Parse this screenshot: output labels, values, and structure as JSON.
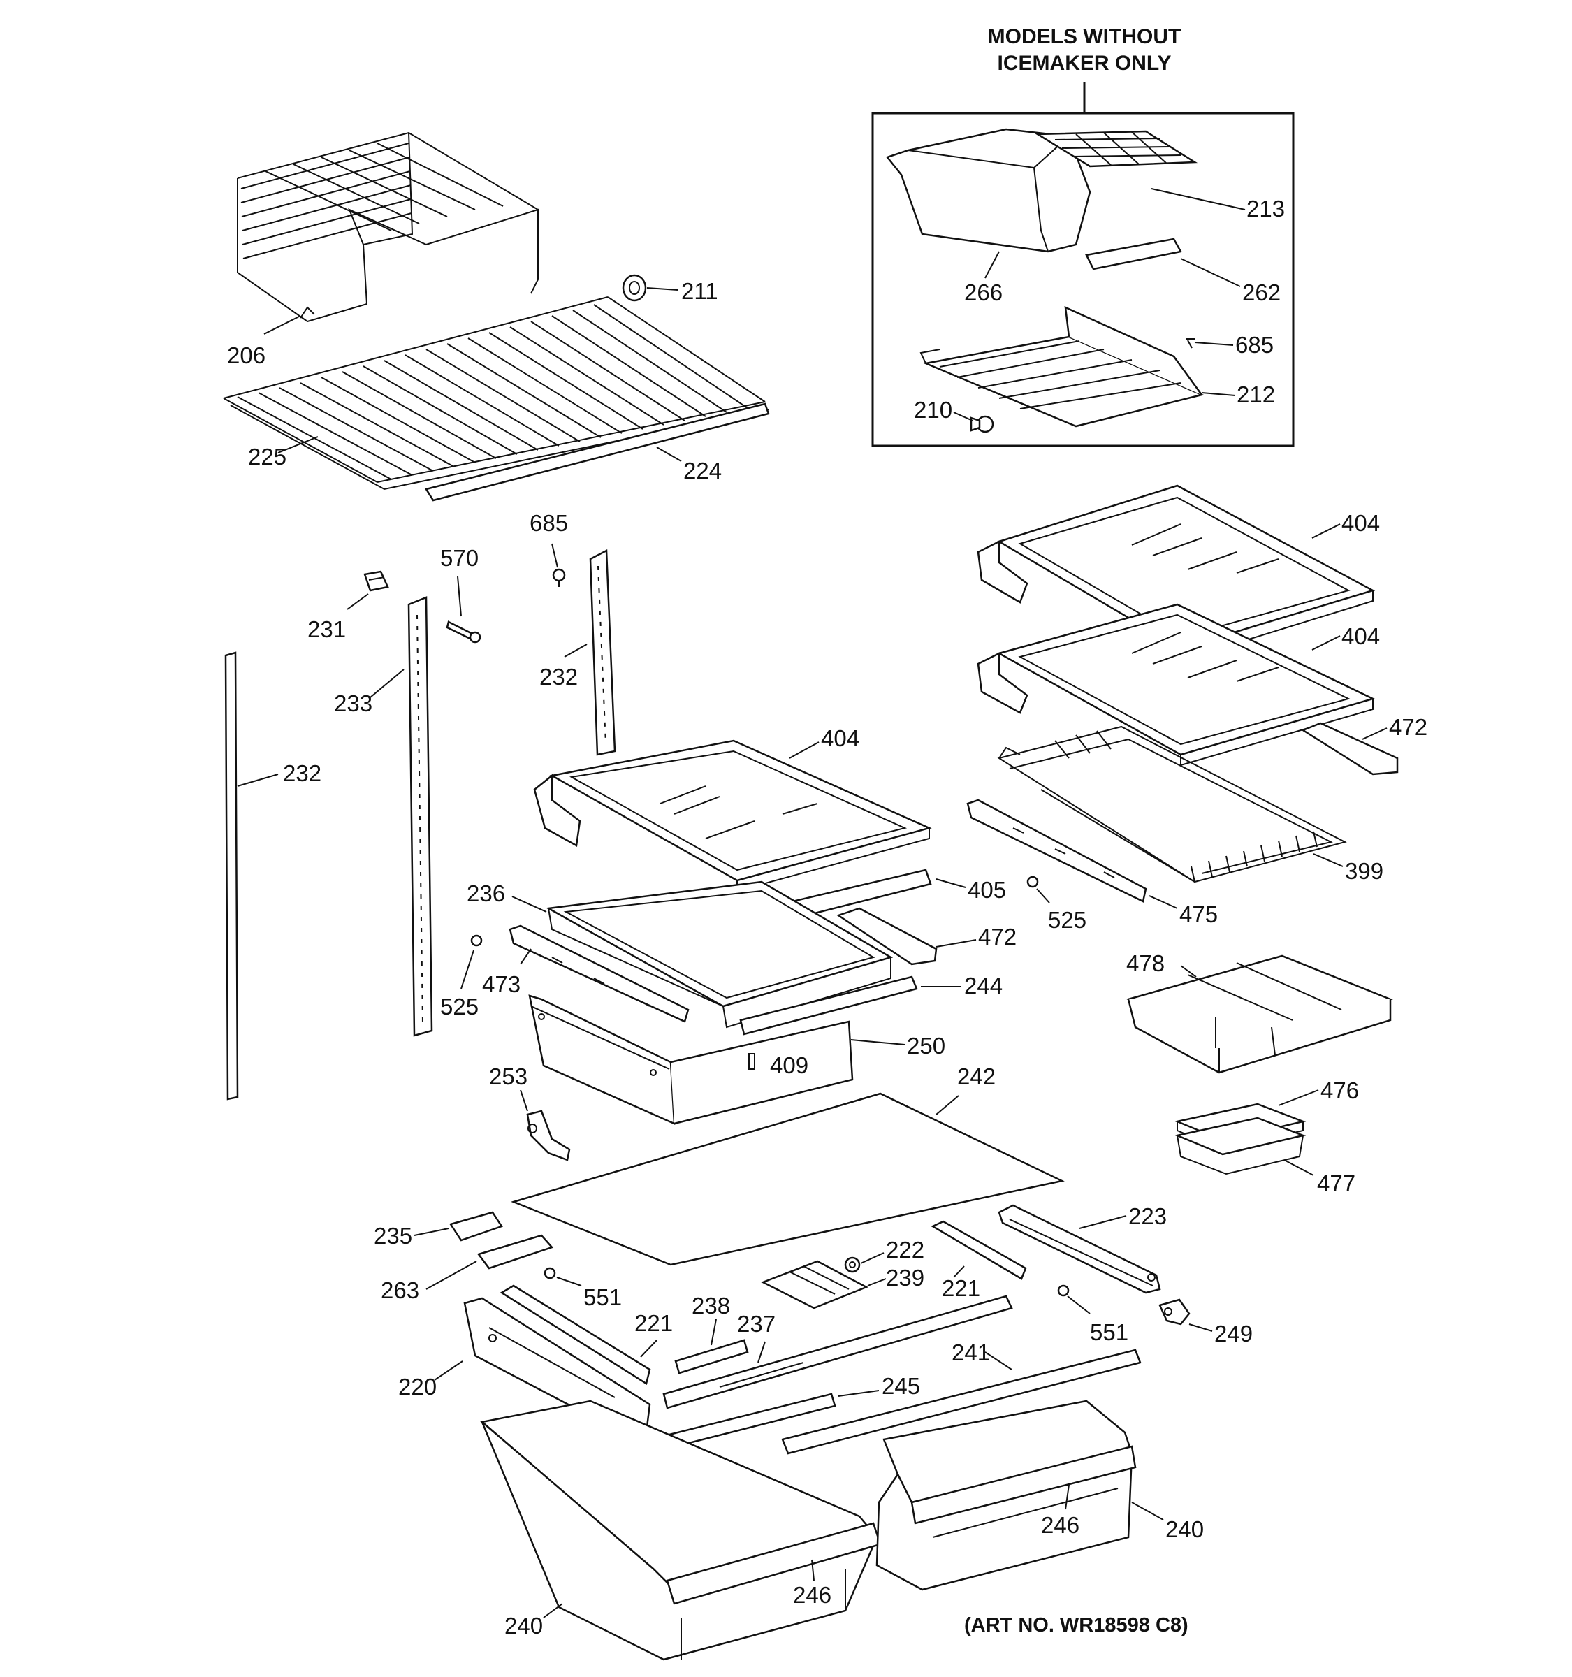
{
  "inset": {
    "header_line1": "MODELS WITHOUT",
    "header_line2": "ICEMAKER ONLY"
  },
  "art_number": "(ART NO. WR18598 C8)",
  "parts": {
    "p206": "206",
    "p211": "211",
    "p225": "225",
    "p224": "224",
    "p213": "213",
    "p266": "266",
    "p262": "262",
    "p685a": "685",
    "p212": "212",
    "p210": "210",
    "p685b": "685",
    "p570": "570",
    "p231": "231",
    "p233": "233",
    "p232a": "232",
    "p232b": "232",
    "p404a": "404",
    "p404b": "404",
    "p404c": "404",
    "p472a": "472",
    "p472b": "472",
    "p399": "399",
    "p525a": "525",
    "p475": "475",
    "p405": "405",
    "p236": "236",
    "p473": "473",
    "p525b": "525",
    "p244": "244",
    "p250": "250",
    "p409": "409",
    "p478": "478",
    "p476": "476",
    "p477": "477",
    "p253": "253",
    "p242": "242",
    "p223": "223",
    "p235": "235",
    "p222": "222",
    "p263": "263",
    "p239": "239",
    "p221a": "221",
    "p221b": "221",
    "p551a": "551",
    "p551b": "551",
    "p238": "238",
    "p237": "237",
    "p249": "249",
    "p220": "220",
    "p241": "241",
    "p245": "245",
    "p240a": "240",
    "p240b": "240",
    "p246a": "246",
    "p246b": "246"
  }
}
